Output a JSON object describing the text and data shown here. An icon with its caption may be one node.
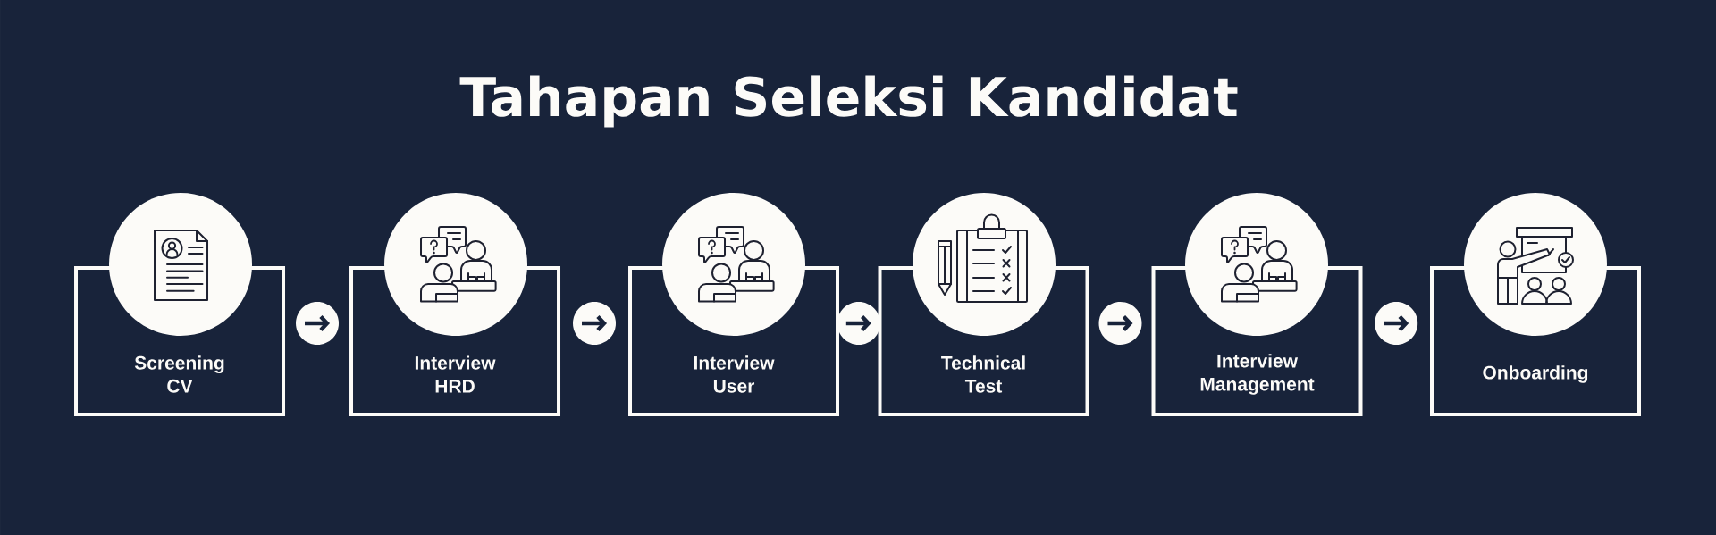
{
  "diagram": {
    "title": "Tahapan Seleksi Kandidat",
    "nodes": [
      {
        "text": [
          "Screening CV"
        ]
      },
      {
        "text": [
          "Interview HRD"
        ]
      },
      {
        "text": [
          "Interview User"
        ]
      },
      {
        "text": [
          "Technical Test"
        ]
      },
      {
        "text": [
          "Interview Management"
        ]
      },
      {
        "text": [
          "Onboarding"
        ]
      }
    ],
    "edges": [
      {
        "from": 0,
        "to": 1,
        "arrow": "to"
      },
      {
        "from": 1,
        "to": 2,
        "arrow": "to"
      },
      {
        "from": 2,
        "to": 3,
        "arrow": "to"
      },
      {
        "from": 3,
        "to": 4,
        "arrow": "to"
      },
      {
        "from": 4,
        "to": 5,
        "arrow": "to"
      }
    ]
  }
}
